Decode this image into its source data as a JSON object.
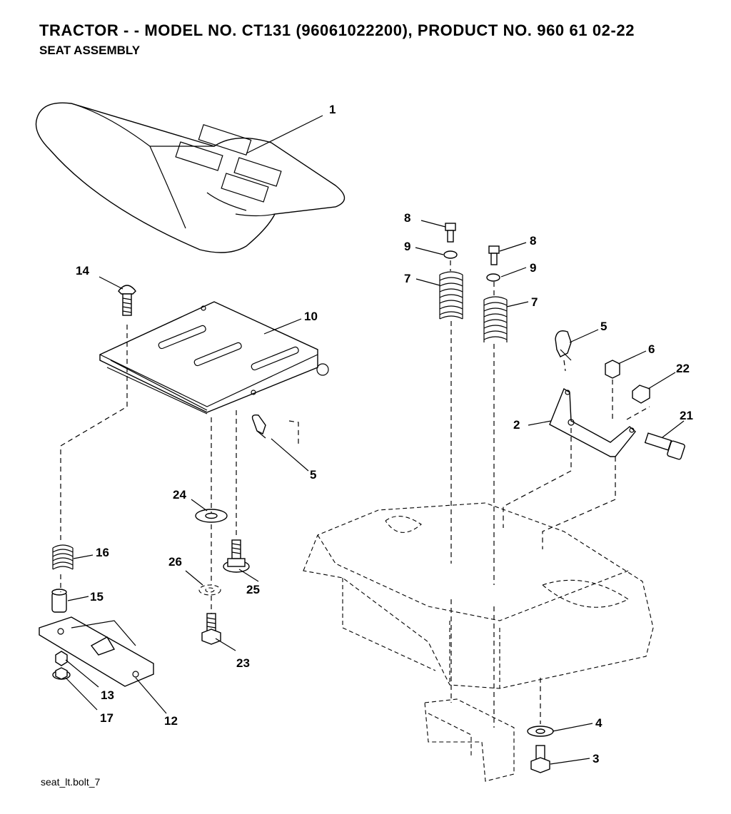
{
  "header": {
    "title": "TRACTOR - - MODEL NO. CT131 (96061022200), PRODUCT NO. 960 61 02-22",
    "subtitle": "SEAT ASSEMBLY"
  },
  "footer": {
    "drawing_id": "seat_lt.bolt_7"
  },
  "callouts": [
    "1",
    "14",
    "10",
    "5",
    "24",
    "16",
    "26",
    "25",
    "15",
    "23",
    "13",
    "12",
    "17",
    "8",
    "9",
    "8",
    "9",
    "7",
    "7",
    "5",
    "6",
    "22",
    "2",
    "21",
    "4",
    "3"
  ]
}
